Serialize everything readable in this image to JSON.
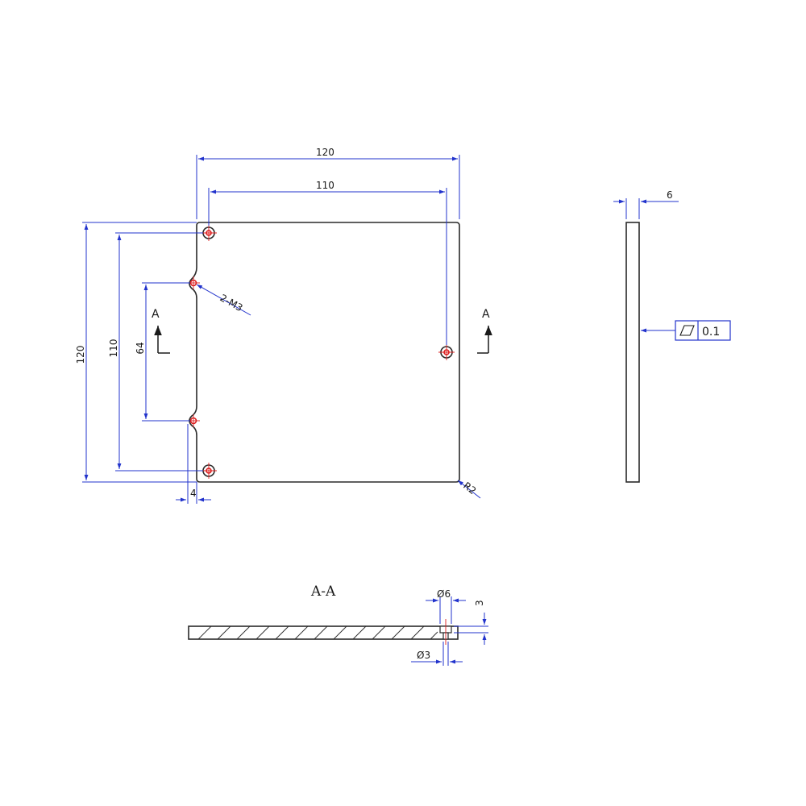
{
  "drawing": {
    "top_view": {
      "width_overall": "120",
      "hole_spacing_x": "110",
      "height_overall": "120",
      "hole_spacing_y": "110",
      "slot_spacing": "64",
      "slot_offset": "4",
      "tapped_holes": "2-M3",
      "corner_radius": "R2",
      "section_marker": "A"
    },
    "side_view": {
      "thickness": "6",
      "tolerance_value": "0.1",
      "tolerance_symbol": "flatness-symbol"
    },
    "section": {
      "title": "A-A",
      "counterbore_dia": "Ø6",
      "counterbore_depth": "3",
      "hole_dia": "Ø3"
    },
    "colors": {
      "outline": "#2a2a2a",
      "dimension": "#2233cc",
      "centerline": "#dd2020"
    }
  }
}
